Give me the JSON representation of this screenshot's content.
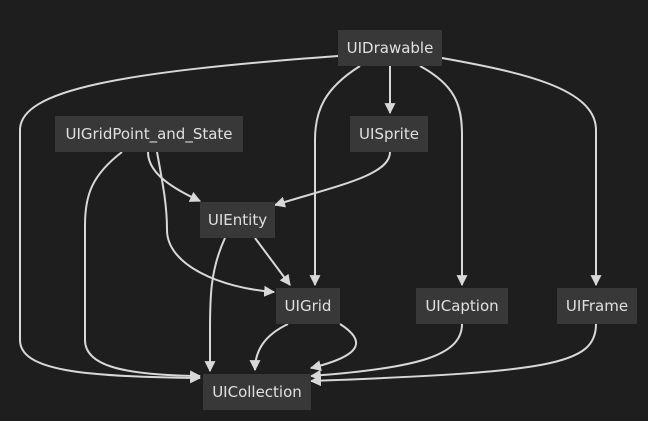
{
  "diagram": {
    "nodes": {
      "uidrawable": "UIDrawable",
      "uigridpoint_and_state": "UIGridPoint_and_State",
      "uisprite": "UISprite",
      "uientity": "UIEntity",
      "uigrid": "UIGrid",
      "uicaption": "UICaption",
      "uiframe": "UIFrame",
      "uicollection": "UICollection"
    },
    "edges": [
      {
        "from": "UIDrawable",
        "to": "UICollection"
      },
      {
        "from": "UIDrawable",
        "to": "UIGrid"
      },
      {
        "from": "UIDrawable",
        "to": "UISprite"
      },
      {
        "from": "UIDrawable",
        "to": "UICaption"
      },
      {
        "from": "UIDrawable",
        "to": "UIFrame"
      },
      {
        "from": "UIGridPoint_and_State",
        "to": "UICollection"
      },
      {
        "from": "UIGridPoint_and_State",
        "to": "UIEntity"
      },
      {
        "from": "UIGridPoint_and_State",
        "to": "UIGrid"
      },
      {
        "from": "UISprite",
        "to": "UIEntity"
      },
      {
        "from": "UIEntity",
        "to": "UICollection"
      },
      {
        "from": "UIEntity",
        "to": "UIGrid"
      },
      {
        "from": "UIGrid",
        "to": "UICollection"
      },
      {
        "from": "UIGrid",
        "to": "UICollection"
      },
      {
        "from": "UICaption",
        "to": "UICollection"
      },
      {
        "from": "UIFrame",
        "to": "UICollection"
      }
    ]
  }
}
